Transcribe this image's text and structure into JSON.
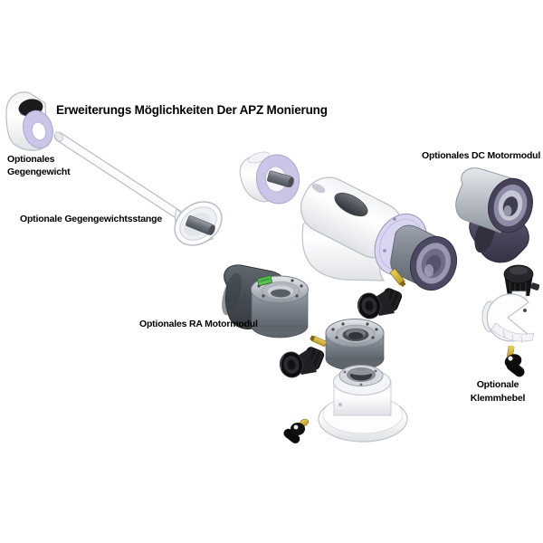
{
  "diagram": {
    "title": "Erweiterungs Möglichkeiten Der APZ Monierung",
    "labels": {
      "counterweight_line1": "Optionales",
      "counterweight_line2": "Gegengewicht",
      "shaft": "Optionale Gegengewichtsstange",
      "dc_motor": "Optionales DC Motormodul",
      "ra_motor": "Optionales RA Motormodul",
      "clamp_line1": "Optionale",
      "clamp_line2": "Klemmhebel"
    },
    "colors": {
      "background": "#ffffff",
      "text": "#000000",
      "lavender_accent": "#c9c6e8",
      "white_part": "#fdfdfe",
      "navy_housing": "#474358",
      "dark_grey_housing": "#464c53",
      "grey_metal": "#7b818a",
      "silver_metal": "#b9bec6",
      "gold_screw": "#bb9a2b",
      "black_knob": "#131316",
      "display_green": "#58c14d"
    },
    "parts": [
      "counterweight",
      "counterweight-shaft",
      "cone-adapter",
      "mount-body",
      "clamp-ring",
      "slow-motion-knob-upper",
      "azimuth-housing",
      "slow-motion-knob-lower",
      "base",
      "clamp-lever-small",
      "dc-motor-module",
      "ribbed-knob",
      "clamp-assembly",
      "clamp-lever-right",
      "ra-motor-module"
    ]
  }
}
